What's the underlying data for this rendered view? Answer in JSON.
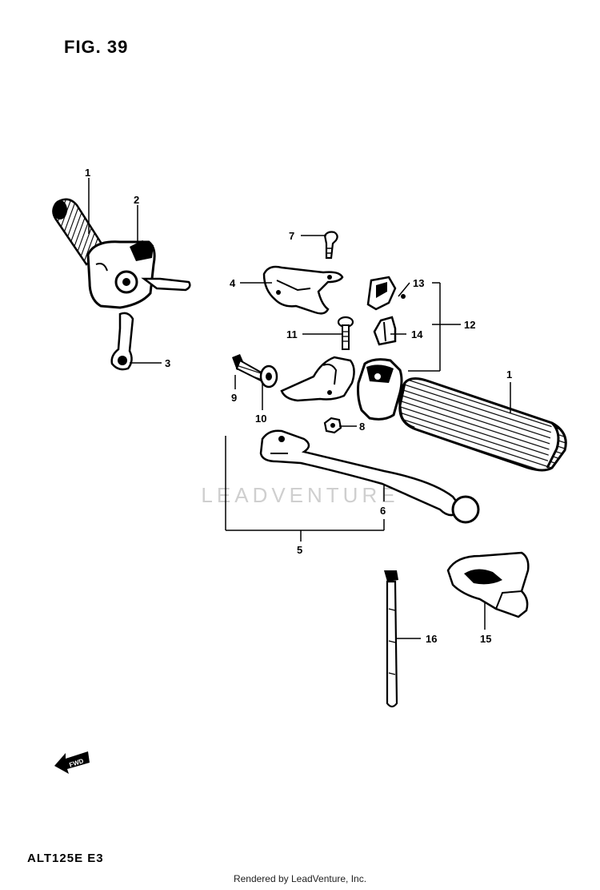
{
  "figure": {
    "title": "FIG. 39",
    "model": "ALT125E E3"
  },
  "watermark": "LEADVENTURE",
  "footer": "Rendered by LeadVenture, Inc.",
  "forward_marker": "FWD",
  "callouts": [
    {
      "id": "c1a",
      "label": "1"
    },
    {
      "id": "c2",
      "label": "2"
    },
    {
      "id": "c3",
      "label": "3"
    },
    {
      "id": "c4",
      "label": "4"
    },
    {
      "id": "c5",
      "label": "5"
    },
    {
      "id": "c6",
      "label": "6"
    },
    {
      "id": "c7",
      "label": "7"
    },
    {
      "id": "c8",
      "label": "8"
    },
    {
      "id": "c9",
      "label": "9"
    },
    {
      "id": "c10",
      "label": "10"
    },
    {
      "id": "c11",
      "label": "11"
    },
    {
      "id": "c12",
      "label": "12"
    },
    {
      "id": "c13",
      "label": "13"
    },
    {
      "id": "c14",
      "label": "14"
    },
    {
      "id": "c15",
      "label": "15"
    },
    {
      "id": "c16",
      "label": "16"
    },
    {
      "id": "c1b",
      "label": "1"
    }
  ]
}
